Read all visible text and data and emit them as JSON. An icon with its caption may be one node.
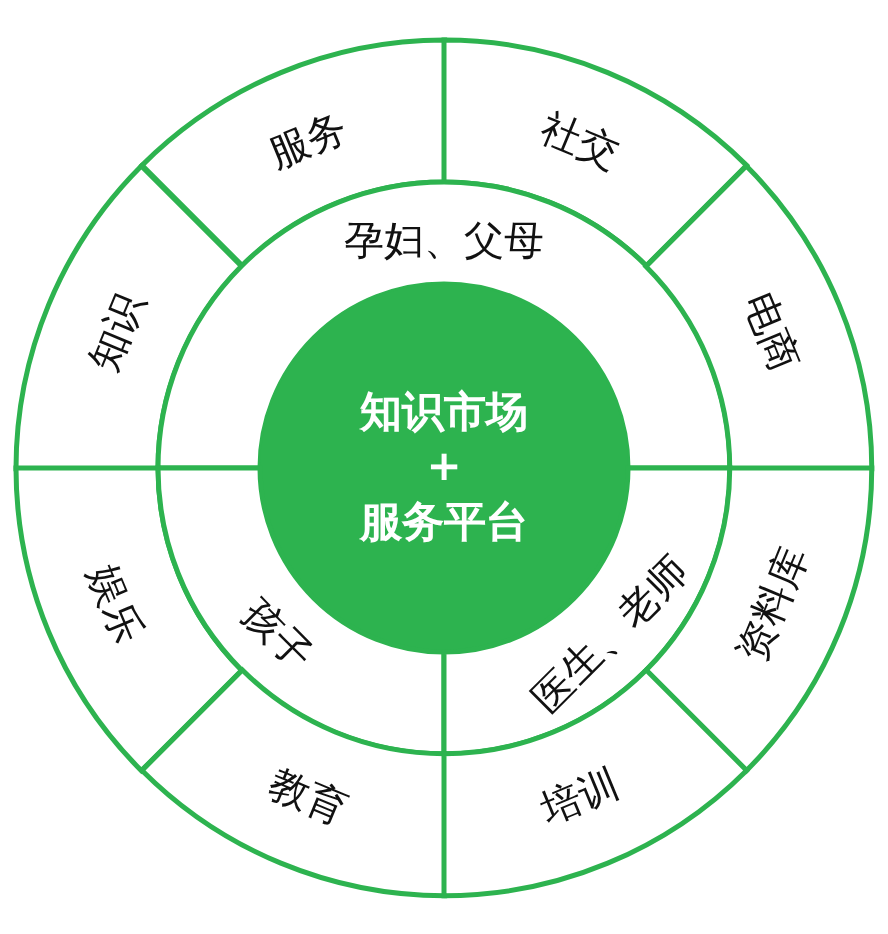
{
  "diagram": {
    "nodes": [
      {
        "text": [
          "服务"
        ]
      },
      {
        "text": [
          "社交"
        ]
      },
      {
        "text": [
          "知识"
        ]
      },
      {
        "text": [
          "孕妇、父母"
        ]
      },
      {
        "text": [
          "电商"
        ]
      },
      {
        "text": [
          "知识市场",
          "+",
          "服务平台"
        ]
      },
      {
        "text": [
          "娱乐"
        ]
      },
      {
        "text": [
          "孩子"
        ]
      },
      {
        "text": [
          "医生、老师"
        ]
      },
      {
        "text": [
          "资料库"
        ]
      },
      {
        "text": [
          "教育"
        ]
      },
      {
        "text": [
          "培训"
        ]
      }
    ]
  }
}
